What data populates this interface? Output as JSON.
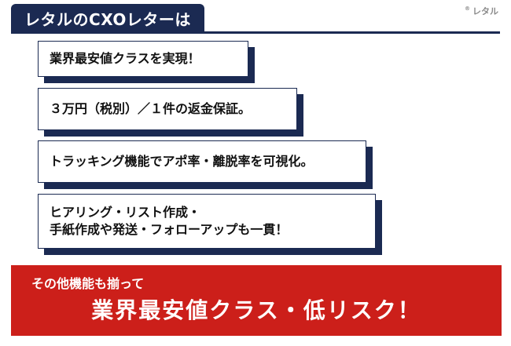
{
  "header": {
    "title": "レタルのCXOレターは",
    "copyright_mark": "®",
    "copyright_text": "レタル",
    "accent_color": "#1b2a52"
  },
  "features": [
    {
      "lines": [
        "業界最安値クラスを実現！"
      ]
    },
    {
      "lines": [
        "３万円（税別）／１件の返金保証。"
      ]
    },
    {
      "lines": [
        "トラッキング機能でアポ率・離脱率を可視化。"
      ]
    },
    {
      "lines": [
        "ヒアリング・リスト作成・",
        "手紙作成や発送・フォローアップも一貫！"
      ]
    }
  ],
  "banner": {
    "subtitle": "その他機能も揃って",
    "headline": "業界最安値クラス・低リスク！",
    "color": "#cc1f1a"
  }
}
